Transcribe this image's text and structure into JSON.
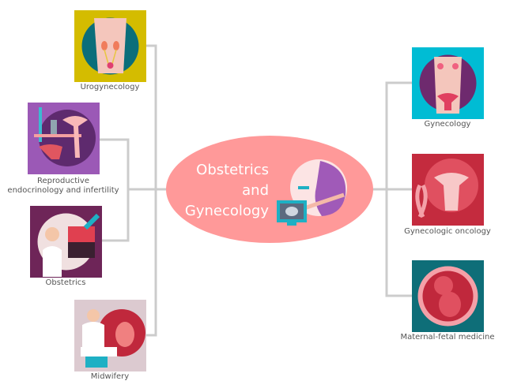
{
  "center": {
    "line1": "Obstetrics",
    "line2": "and",
    "line3": "Gynecology",
    "color": "#FF9999"
  },
  "nodes": [
    {
      "label": "Urogynecology",
      "color": "#D4BC00",
      "icon": "urinary-tract-icon"
    },
    {
      "label_line1": "Reproductive",
      "label_line2": "endocrinology and infertility",
      "color": "#9B59B6",
      "icon": "uterus-syringe-icon"
    },
    {
      "label": "Obstetrics",
      "color": "#6E2558",
      "icon": "doctor-ultrasound-icon"
    },
    {
      "label": "Midwifery",
      "color": "#DCCAD0",
      "icon": "midwife-icon"
    },
    {
      "label": "Gynecology",
      "color": "#00BCD4",
      "icon": "uterus-body-icon"
    },
    {
      "label": "Gynecologic oncology",
      "color": "#C42B3E",
      "icon": "uterus-ribbon-icon"
    },
    {
      "label": "Maternal-fetal medicine",
      "color": "#0E6E78",
      "icon": "fetus-icon"
    }
  ],
  "connector_color": "#CCCCCC"
}
